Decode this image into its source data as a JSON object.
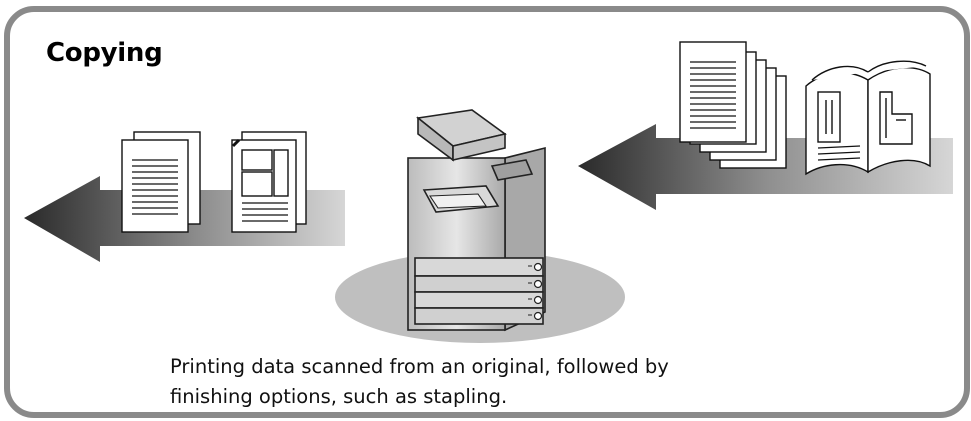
{
  "title": "Copying",
  "caption_lines": [
    "Printing data scanned from an original, followed by",
    "finishing options, such as stapling."
  ],
  "colors": {
    "border": "#8a8a8a",
    "arrow_dark": "#2e2e2e",
    "arrow_light": "#cfcfcf",
    "platform": "#bdbdbd"
  },
  "icons": [
    "output-stapled-documents-icon",
    "copier-machine-icon",
    "input-originals-icon"
  ]
}
